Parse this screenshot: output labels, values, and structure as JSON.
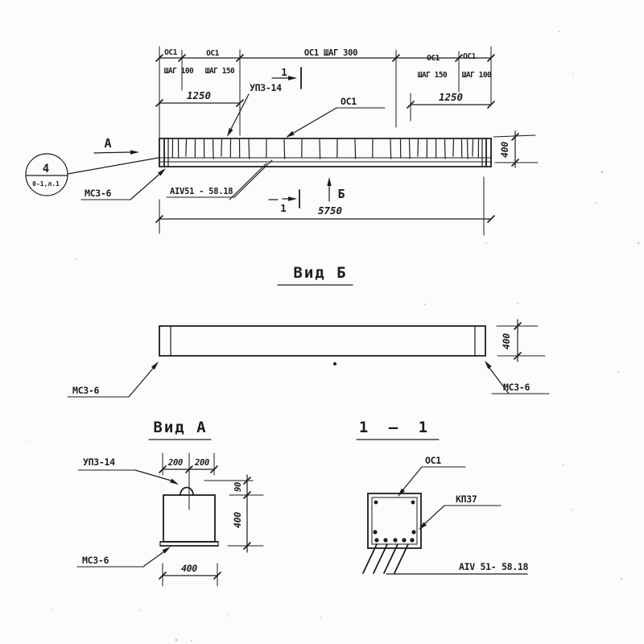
{
  "colors": {
    "paper": "#fcfcfa",
    "ink": "#1e1c1a"
  },
  "elevation": {
    "pitch": {
      "g1_top": "ОС1",
      "g1_bot": "ШАГ 100",
      "g2_top": "ОС1",
      "g2_bot": "ШАГ 150",
      "g3_top": "ОС1 ШАГ 300",
      "g4_top": "ОС1",
      "g4_bot": "ШАГ 150",
      "g5_top": "ОС1",
      "g5_bot": "ШАГ 100"
    },
    "dim_1250_left": "1250",
    "dim_1250_right": "1250",
    "dim_5750": "5750",
    "dim_400": "400",
    "section_mark_top": "1",
    "section_mark_bottom": "1",
    "view_arrow_a": "А",
    "view_arrow_b": "Б",
    "label_loop": "УПЗ-14",
    "label_stirrup": "ОС1",
    "label_mesh": "МС3-6",
    "label_rebar": "АIV51 - 58.18",
    "callout_number": "4",
    "callout_note": "0-1,л.1"
  },
  "view_b": {
    "title": "Вид Б",
    "dim_400": "400",
    "label_mesh_left": "МС3-6",
    "label_mesh_right": "МС3-6"
  },
  "view_a": {
    "title": "Вид А",
    "label_loop": "УПЗ-14",
    "label_mesh": "МС3-6",
    "dim_200_left": "200",
    "dim_200_right": "200",
    "dim_90": "90",
    "dim_400_height": "400",
    "dim_400_width": "400"
  },
  "section_1_1": {
    "title": "1 — 1",
    "label_stirrup": "ОС1",
    "label_frame": "КП37",
    "label_rebar": "АIV 51- 58.18"
  }
}
